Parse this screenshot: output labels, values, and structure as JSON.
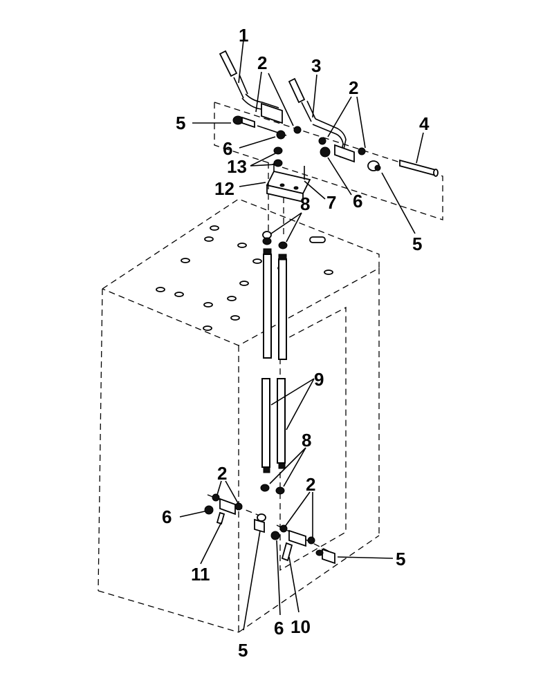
{
  "diagram": {
    "callouts": [
      "1",
      "2",
      "3",
      "2",
      "4",
      "5",
      "6",
      "13",
      "12",
      "7",
      "6",
      "5",
      "8",
      "9",
      "8",
      "2",
      "2",
      "6",
      "11",
      "5",
      "6",
      "10",
      "5"
    ]
  }
}
